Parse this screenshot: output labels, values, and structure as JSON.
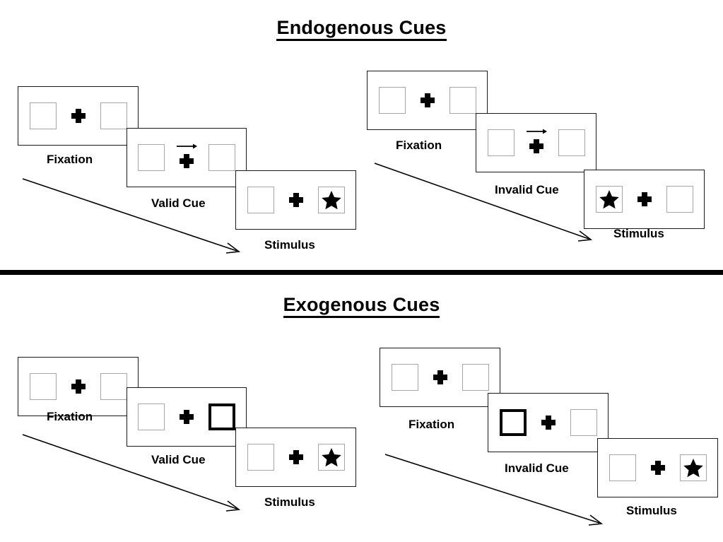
{
  "page": {
    "background": "#ffffff",
    "ink": "#000000",
    "box_border_color": "#a6a6a6",
    "cued_box_border_color": "#000000"
  },
  "sections": [
    {
      "id": "endogenous",
      "title": "Endogenous Cues",
      "groups": [
        {
          "id": "endogenous-valid",
          "frames": [
            {
              "id": "fixation",
              "caption": "Fixation",
              "cue": "none",
              "cue_side": "none",
              "target_side": "none"
            },
            {
              "id": "valid-cue",
              "caption": "Valid Cue",
              "cue": "arrow-right",
              "cue_side": "right",
              "target_side": "none"
            },
            {
              "id": "stimulus",
              "caption": "Stimulus",
              "cue": "none",
              "cue_side": "none",
              "target_side": "right"
            }
          ],
          "time_arrow_label": "time-progression-arrow"
        },
        {
          "id": "endogenous-invalid",
          "frames": [
            {
              "id": "fixation",
              "caption": "Fixation",
              "cue": "none",
              "cue_side": "none",
              "target_side": "none"
            },
            {
              "id": "invalid-cue",
              "caption": "Invalid Cue",
              "cue": "arrow-right",
              "cue_side": "right",
              "target_side": "none"
            },
            {
              "id": "stimulus",
              "caption": "Stimulus",
              "cue": "none",
              "cue_side": "none",
              "target_side": "left"
            }
          ],
          "time_arrow_label": "time-progression-arrow"
        }
      ]
    },
    {
      "id": "exogenous",
      "title": "Exogenous Cues",
      "groups": [
        {
          "id": "exogenous-valid",
          "frames": [
            {
              "id": "fixation",
              "caption": "Fixation",
              "cue": "none",
              "cue_side": "none",
              "target_side": "none"
            },
            {
              "id": "valid-cue",
              "caption": "Valid Cue",
              "cue": "box-highlight",
              "cue_side": "right",
              "target_side": "none"
            },
            {
              "id": "stimulus",
              "caption": "Stimulus",
              "cue": "none",
              "cue_side": "none",
              "target_side": "right"
            }
          ],
          "time_arrow_label": "time-progression-arrow"
        },
        {
          "id": "exogenous-invalid",
          "frames": [
            {
              "id": "fixation",
              "caption": "Fixation",
              "cue": "none",
              "cue_side": "none",
              "target_side": "none"
            },
            {
              "id": "invalid-cue",
              "caption": "Invalid Cue",
              "cue": "box-highlight",
              "cue_side": "left",
              "target_side": "none"
            },
            {
              "id": "stimulus",
              "caption": "Stimulus",
              "cue": "none",
              "cue_side": "none",
              "target_side": "right"
            }
          ],
          "time_arrow_label": "time-progression-arrow"
        }
      ]
    }
  ],
  "icons": {
    "fixation_cross": "plus-cross-icon",
    "target": "star-icon",
    "symbolic_cue": "arrow-right-icon"
  }
}
